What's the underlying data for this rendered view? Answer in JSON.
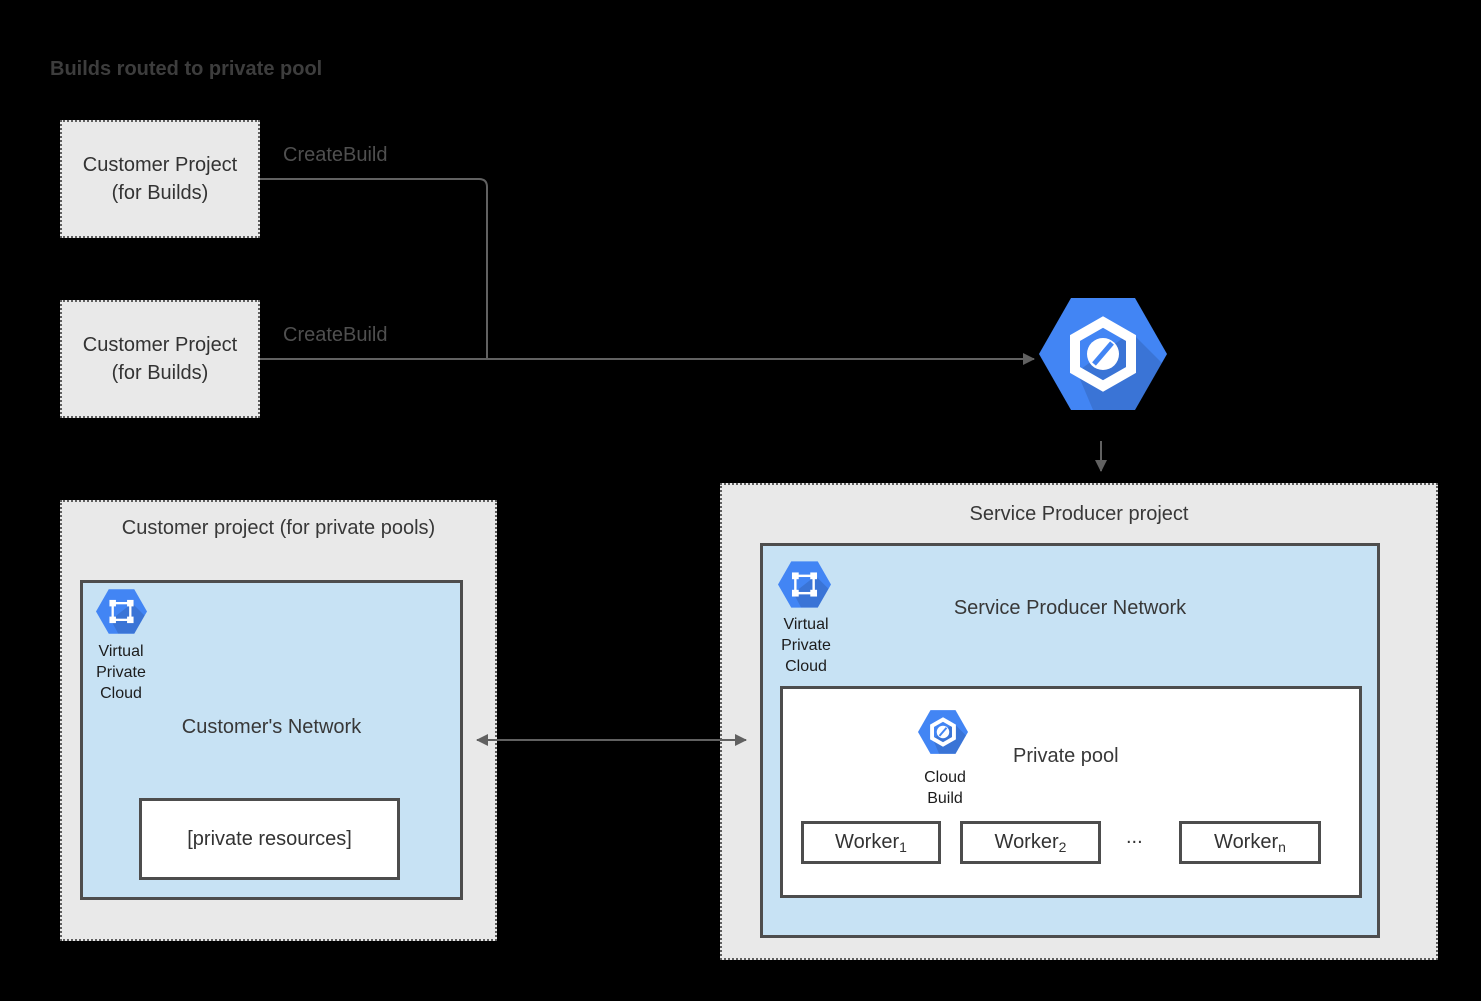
{
  "title": "Builds routed to private pool",
  "flow": {
    "customer_build_box_1": {
      "line1": "Customer Project",
      "line2": "(for Builds)"
    },
    "customer_build_box_2": {
      "line1": "Customer Project",
      "line2": "(for Builds)"
    },
    "create_build_label_1": "CreateBuild",
    "create_build_label_2": "CreateBuild"
  },
  "service_producer": {
    "title": "Service Producer project",
    "network_title": "Service Producer Network",
    "vpc_label": {
      "line1": "Virtual",
      "line2": "Private",
      "line3": "Cloud"
    },
    "private_pool": {
      "title": "Private pool",
      "cloud_build_label": {
        "line1": "Cloud",
        "line2": "Build"
      },
      "workers": [
        {
          "base": "Worker",
          "sub": "1"
        },
        {
          "base": "Worker",
          "sub": "2"
        },
        {
          "base": "Worker",
          "sub": "n"
        }
      ],
      "ellipsis": "..."
    }
  },
  "customer_project": {
    "title": "Customer project (for private pools)",
    "network_title": "Customer's Network",
    "vpc_label": {
      "line1": "Virtual",
      "line2": "Private",
      "line3": "Cloud"
    },
    "private_resources_label": "[private resources]"
  },
  "icons": {
    "cloud_build_icon": "cloud-build",
    "vpc_icon": "virtual-private-cloud"
  },
  "colors": {
    "gcp_blue": "#4285f4",
    "network_fill": "#c7e2f4",
    "project_fill": "#e9e9e9",
    "border_dark": "#4d4d4d",
    "connector_gray": "#616161",
    "background": "#000000"
  }
}
